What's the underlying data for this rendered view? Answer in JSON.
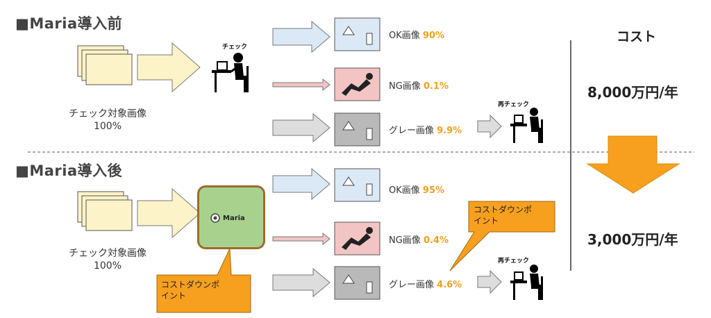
{
  "before": {
    "title": "■Maria導入前",
    "check_label": "チェック",
    "source_label_line1": "チェック対象画像",
    "source_label_line2": "100%",
    "ok": {
      "label": "OK画像",
      "pct": "90%"
    },
    "ng": {
      "label": "NG画像",
      "pct": "0.1%"
    },
    "gray": {
      "label": "グレー画像",
      "pct": "9.9%"
    },
    "recheck_label": "再チェック"
  },
  "after": {
    "title": "■Maria導入後",
    "maria_label": "Maria",
    "source_label_line1": "チェック対象画像",
    "source_label_line2": "100%",
    "ok": {
      "label": "OK画像",
      "pct": "95%"
    },
    "ng": {
      "label": "NG画像",
      "pct": "0.4%"
    },
    "gray": {
      "label": "グレー画像",
      "pct": "4.6%"
    },
    "recheck_label": "再チェック",
    "callout_bottom_line1": "コストダウンポ",
    "callout_bottom_line2": "イント",
    "callout_top_line1": "コストダウンポ",
    "callout_top_line2": "イント"
  },
  "cost": {
    "heading": "コスト",
    "before_value": "8,000万円/年",
    "after_value": "3,000万円/年"
  },
  "colors": {
    "arrow_fill": "#fdf3c8",
    "ok_box": "#dbe8f6",
    "ng_box": "#f2c4c4",
    "gray_box": "#b9b9b9",
    "maria_box": "#a9d18e",
    "maria_border": "#9c6b2e",
    "callout": "#f7a01f",
    "cost_arrow": "#f7a01f",
    "pct": "#f0a020"
  }
}
